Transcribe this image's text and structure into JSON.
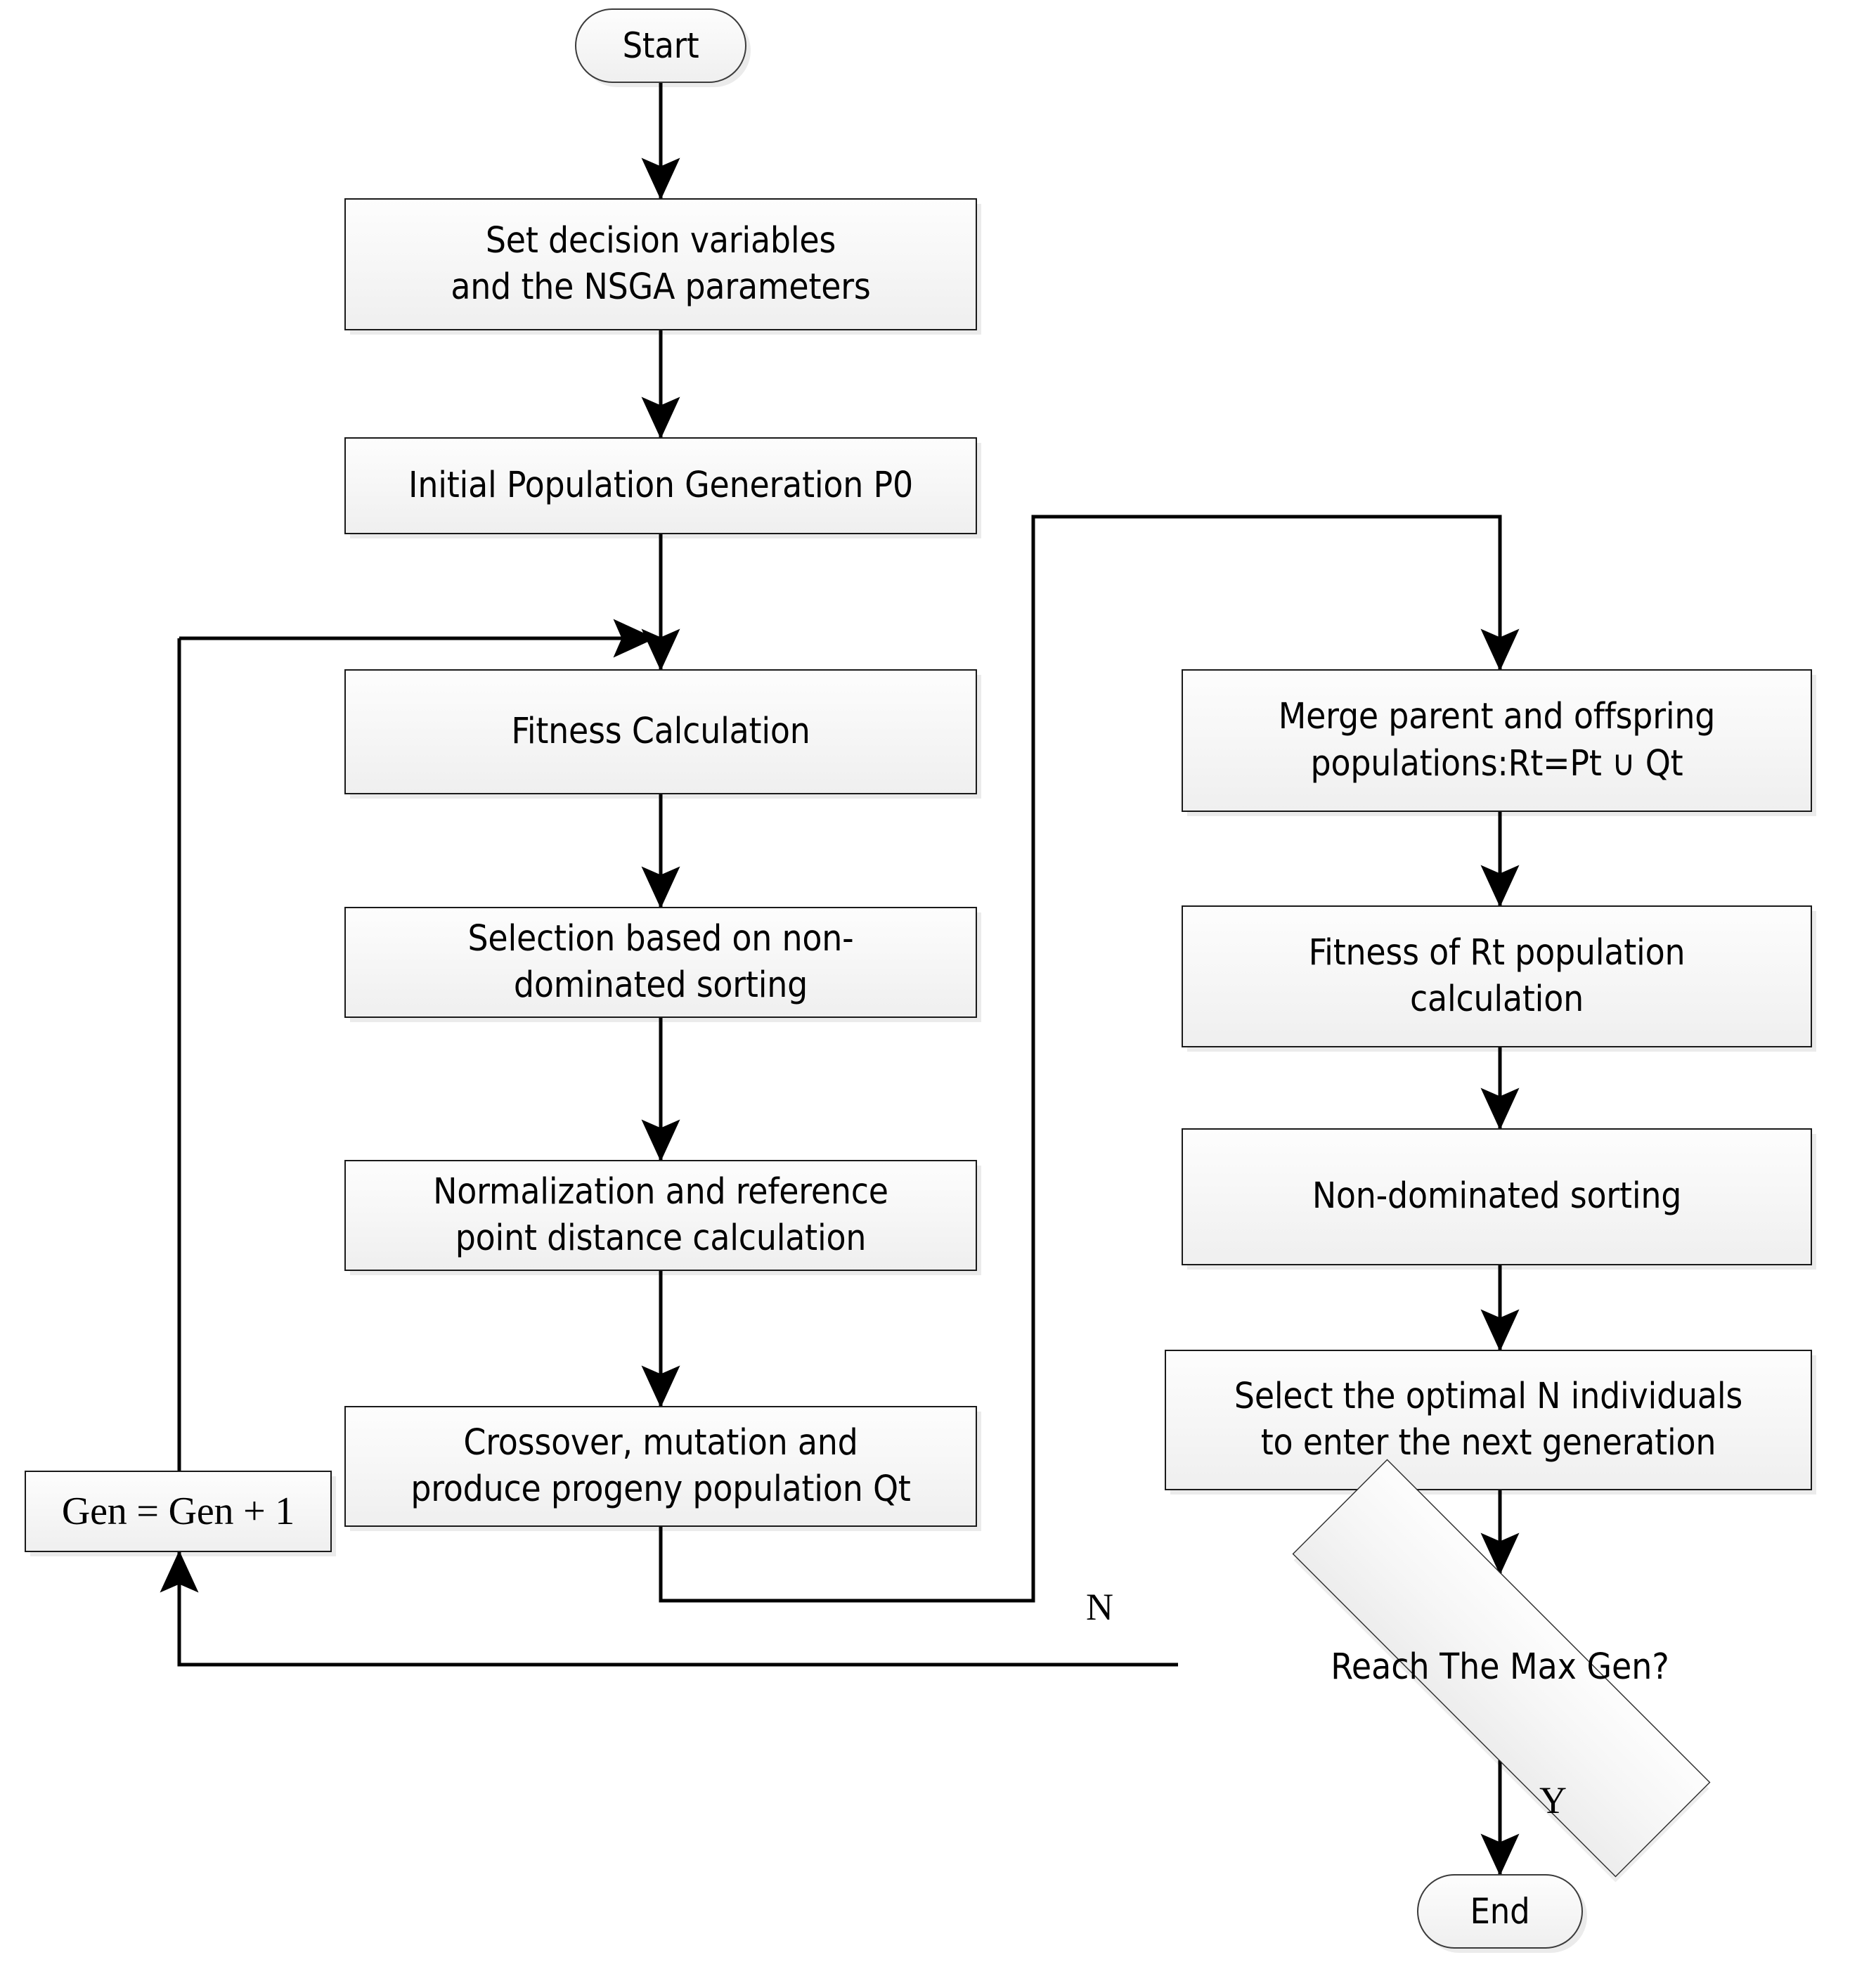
{
  "diagram": {
    "title": "NSGA optimization flowchart",
    "background": "#ffffff",
    "line_color": "#000000",
    "node_border": "#1a1a1a",
    "node_fill_top": "#fdfdfd",
    "node_fill_bottom": "#efefef"
  },
  "nodes": {
    "start": {
      "label": "Start",
      "shape": "terminal"
    },
    "set_params": {
      "label": "Set decision variables\nand the NSGA parameters",
      "shape": "process"
    },
    "init_pop": {
      "label": "Initial Population Generation P0",
      "shape": "process"
    },
    "fitness_calc": {
      "label": "Fitness Calculation",
      "shape": "process"
    },
    "selection": {
      "label": "Selection based on non-\ndominated sorting",
      "shape": "process"
    },
    "normalization": {
      "label": "Normalization and reference\npoint distance calculation",
      "shape": "process"
    },
    "crossover": {
      "label": "Crossover, mutation and\nproduce progeny population Qt",
      "shape": "process"
    },
    "gen_increment": {
      "label": "Gen = Gen + 1",
      "shape": "process"
    },
    "merge": {
      "label": "Merge parent and offspring\npopulations:Rt=Pt ∪ Qt",
      "shape": "process"
    },
    "fitness_rt": {
      "label": "Fitness of Rt population\ncalculation",
      "shape": "process"
    },
    "non_dominated": {
      "label": "Non-dominated sorting",
      "shape": "process"
    },
    "select_n": {
      "label": "Select the optimal N individuals\nto enter the next generation",
      "shape": "process"
    },
    "decision": {
      "label": "Reach The Max Gen?",
      "shape": "diamond"
    },
    "end": {
      "label": "End",
      "shape": "terminal"
    }
  },
  "edge_labels": {
    "no_branch": "N",
    "yes_branch": "Y"
  }
}
